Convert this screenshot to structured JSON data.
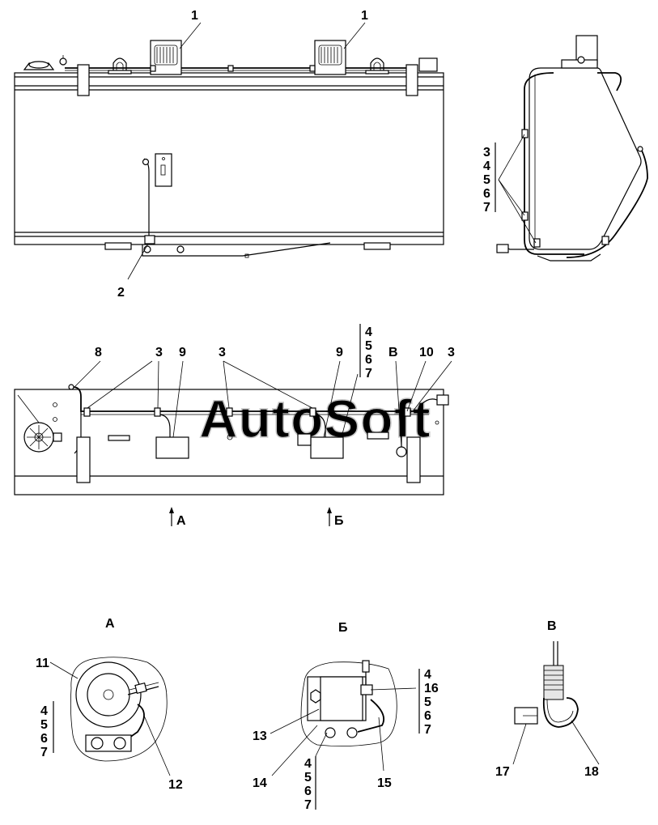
{
  "watermark": "AutoSoft",
  "views": {
    "top_front": {
      "callouts": [
        "1",
        "1",
        "2"
      ]
    },
    "side": {
      "callout_stack": [
        "3",
        "4",
        "5",
        "6",
        "7"
      ]
    },
    "plan": {
      "callouts": [
        "8",
        "3",
        "9",
        "3",
        "9",
        "В",
        "10",
        "3"
      ],
      "stack": [
        "4",
        "5",
        "6",
        "7"
      ],
      "section_marks": [
        "А",
        "Б"
      ]
    },
    "detail_a": {
      "title": "А",
      "callouts": [
        "11",
        "12"
      ],
      "stack": [
        "4",
        "5",
        "6",
        "7"
      ]
    },
    "detail_b": {
      "title": "Б",
      "callouts": [
        "13",
        "14",
        "15"
      ],
      "stack_right": [
        "4",
        "16",
        "5",
        "6",
        "7"
      ],
      "stack_bottom": [
        "4",
        "5",
        "6",
        "7"
      ]
    },
    "detail_v": {
      "title": "В",
      "callouts": [
        "17",
        "18"
      ]
    }
  }
}
